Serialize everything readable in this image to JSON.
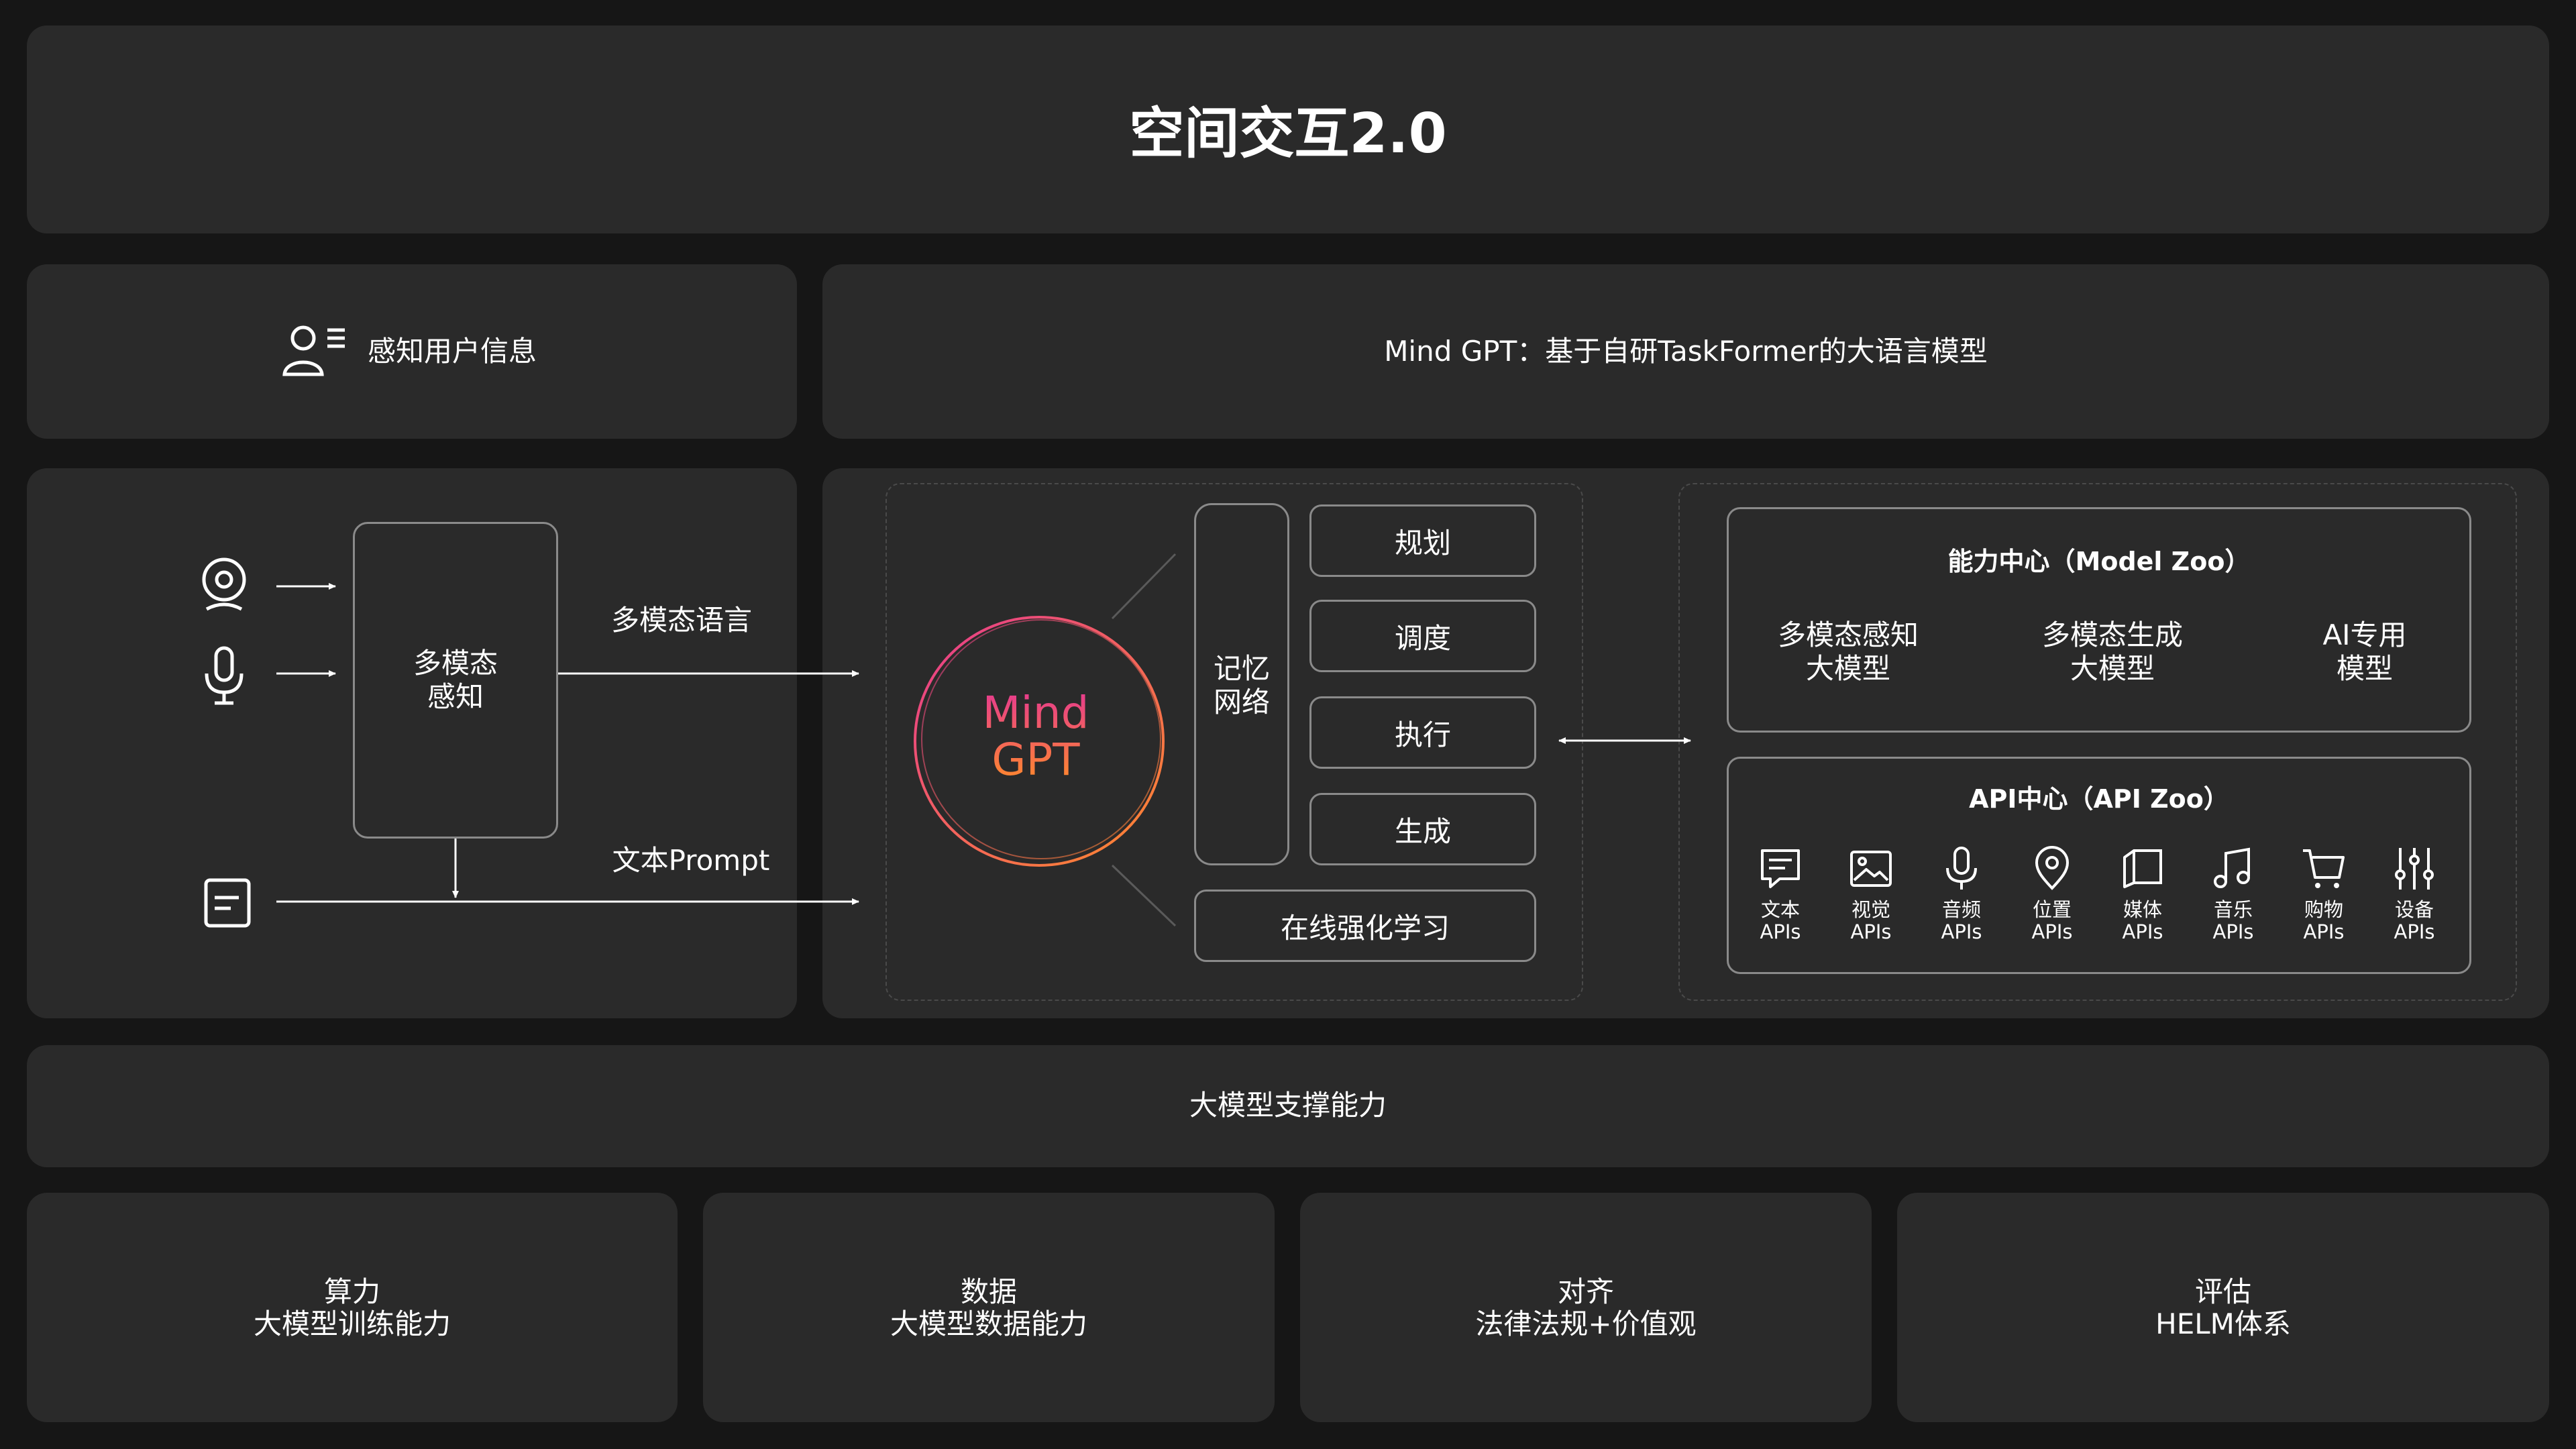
{
  "header": {
    "title": "空间交互2.0"
  },
  "perception_panel": {
    "title": "感知用户信息",
    "icon": "user-info-icon",
    "inputs": [
      {
        "icon": "camera-icon"
      },
      {
        "icon": "microphone-icon"
      },
      {
        "icon": "text-document-icon"
      }
    ],
    "module_label": "多模态\n感知",
    "arrow_label_top": "多模态语言",
    "arrow_label_bottom": "文本Prompt"
  },
  "mind_gpt_panel": {
    "title": "Mind GPT：基于自研TaskFormer的大语言模型",
    "core_label": "Mind\nGPT",
    "memory_label": "记忆\n网络",
    "steps": [
      "规划",
      "调度",
      "执行",
      "生成"
    ],
    "online_learning": "在线强化学习",
    "model_zoo": {
      "title": "能力中心（Model Zoo）",
      "items": [
        "多模态感知\n大模型",
        "多模态生成\n大模型",
        "AI专用\n模型"
      ]
    },
    "api_zoo": {
      "title": "API中心（API Zoo）",
      "items": [
        {
          "label": "文本\nAPIs",
          "icon": "chat-text-icon"
        },
        {
          "label": "视觉\nAPIs",
          "icon": "image-icon"
        },
        {
          "label": "音频\nAPIs",
          "icon": "microphone-icon"
        },
        {
          "label": "位置\nAPIs",
          "icon": "location-pin-icon"
        },
        {
          "label": "媒体\nAPIs",
          "icon": "media-icon"
        },
        {
          "label": "音乐\nAPIs",
          "icon": "music-note-icon"
        },
        {
          "label": "购物\nAPIs",
          "icon": "shopping-cart-icon"
        },
        {
          "label": "设备\nAPIs",
          "icon": "sliders-icon"
        }
      ]
    }
  },
  "support": {
    "title": "大模型支撑能力",
    "cards": [
      "算力\n大模型训练能力",
      "数据\n大模型数据能力",
      "对齐\n法律法规+价值观",
      "评估\nHELM体系"
    ]
  },
  "colors": {
    "background": "#161616",
    "panel": "#2a2a2a",
    "line": "#8a8a8a",
    "gradient_start": "#e63a8f",
    "gradient_end": "#ff8a2b"
  }
}
